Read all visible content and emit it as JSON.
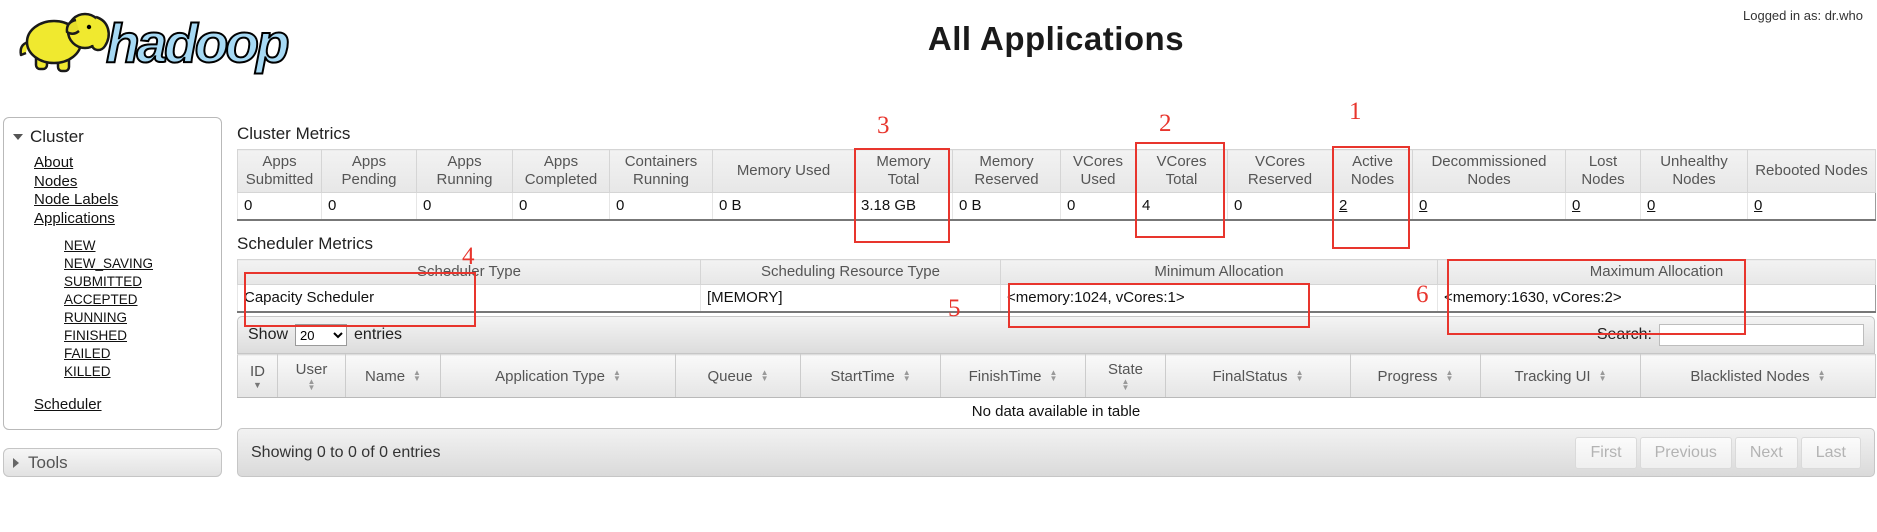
{
  "header": {
    "logo": "hadoop",
    "logged_in_as": "Logged in as: dr.who",
    "title": "All Applications"
  },
  "sidebar": {
    "cluster": {
      "heading": "Cluster",
      "links": [
        "About",
        "Nodes",
        "Node Labels",
        "Applications"
      ],
      "app_states": [
        "NEW",
        "NEW_SAVING",
        "SUBMITTED",
        "ACCEPTED",
        "RUNNING",
        "FINISHED",
        "FAILED",
        "KILLED"
      ],
      "scheduler_link": "Scheduler"
    },
    "tools": {
      "heading": "Tools"
    }
  },
  "cluster_metrics": {
    "heading": "Cluster Metrics",
    "columns": [
      "Apps Submitted",
      "Apps Pending",
      "Apps Running",
      "Apps Completed",
      "Containers Running",
      "Memory Used",
      "Memory Total",
      "Memory Reserved",
      "VCores Used",
      "VCores Total",
      "VCores Reserved",
      "Active Nodes",
      "Decommissioned Nodes",
      "Lost Nodes",
      "Unhealthy Nodes",
      "Rebooted Nodes"
    ],
    "values": [
      "0",
      "0",
      "0",
      "0",
      "0",
      "0 B",
      "3.18 GB",
      "0 B",
      "0",
      "4",
      "0",
      "2",
      "0",
      "0",
      "0",
      "0"
    ]
  },
  "scheduler_metrics": {
    "heading": "Scheduler Metrics",
    "columns": [
      "Scheduler Type",
      "Scheduling Resource Type",
      "Minimum Allocation",
      "Maximum Allocation"
    ],
    "values": [
      "Capacity Scheduler",
      "[MEMORY]",
      "<memory:1024, vCores:1>",
      "<memory:1630, vCores:2>"
    ]
  },
  "apps_table": {
    "show_label": "Show",
    "page_size": "20",
    "entries_label": "entries",
    "search_label": "Search:",
    "search_value": "",
    "columns": [
      "ID",
      "User",
      "Name",
      "Application Type",
      "Queue",
      "StartTime",
      "FinishTime",
      "State",
      "FinalStatus",
      "Progress",
      "Tracking UI",
      "Blacklisted Nodes"
    ],
    "empty_message": "No data available in table",
    "footer_info": "Showing 0 to 0 of 0 entries",
    "pagination": [
      "First",
      "Previous",
      "Next",
      "Last"
    ]
  },
  "annotations": {
    "color": "#e8352d",
    "items": [
      {
        "label": "1"
      },
      {
        "label": "2"
      },
      {
        "label": "3"
      },
      {
        "label": "4"
      },
      {
        "label": "5"
      },
      {
        "label": "6"
      }
    ]
  }
}
